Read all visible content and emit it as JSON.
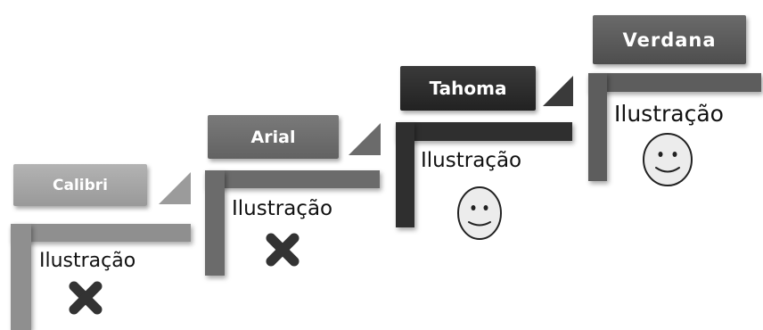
{
  "steps": [
    {
      "font": "Calibri",
      "text": "Ilustração",
      "supported": false,
      "icon": "x-mark-icon",
      "shade": "#a6a6a6"
    },
    {
      "font": "Arial",
      "text": "Ilustração",
      "supported": false,
      "icon": "x-mark-icon",
      "shade": "#6e6e6e"
    },
    {
      "font": "Tahoma",
      "text": "Ilustração",
      "supported": true,
      "icon": "smiley-face-icon",
      "shade": "#2f2f2f"
    },
    {
      "font": "Verdana",
      "text": "Ilustração",
      "supported": true,
      "icon": "smiley-face-icon",
      "shade": "#5d5d5d"
    }
  ]
}
